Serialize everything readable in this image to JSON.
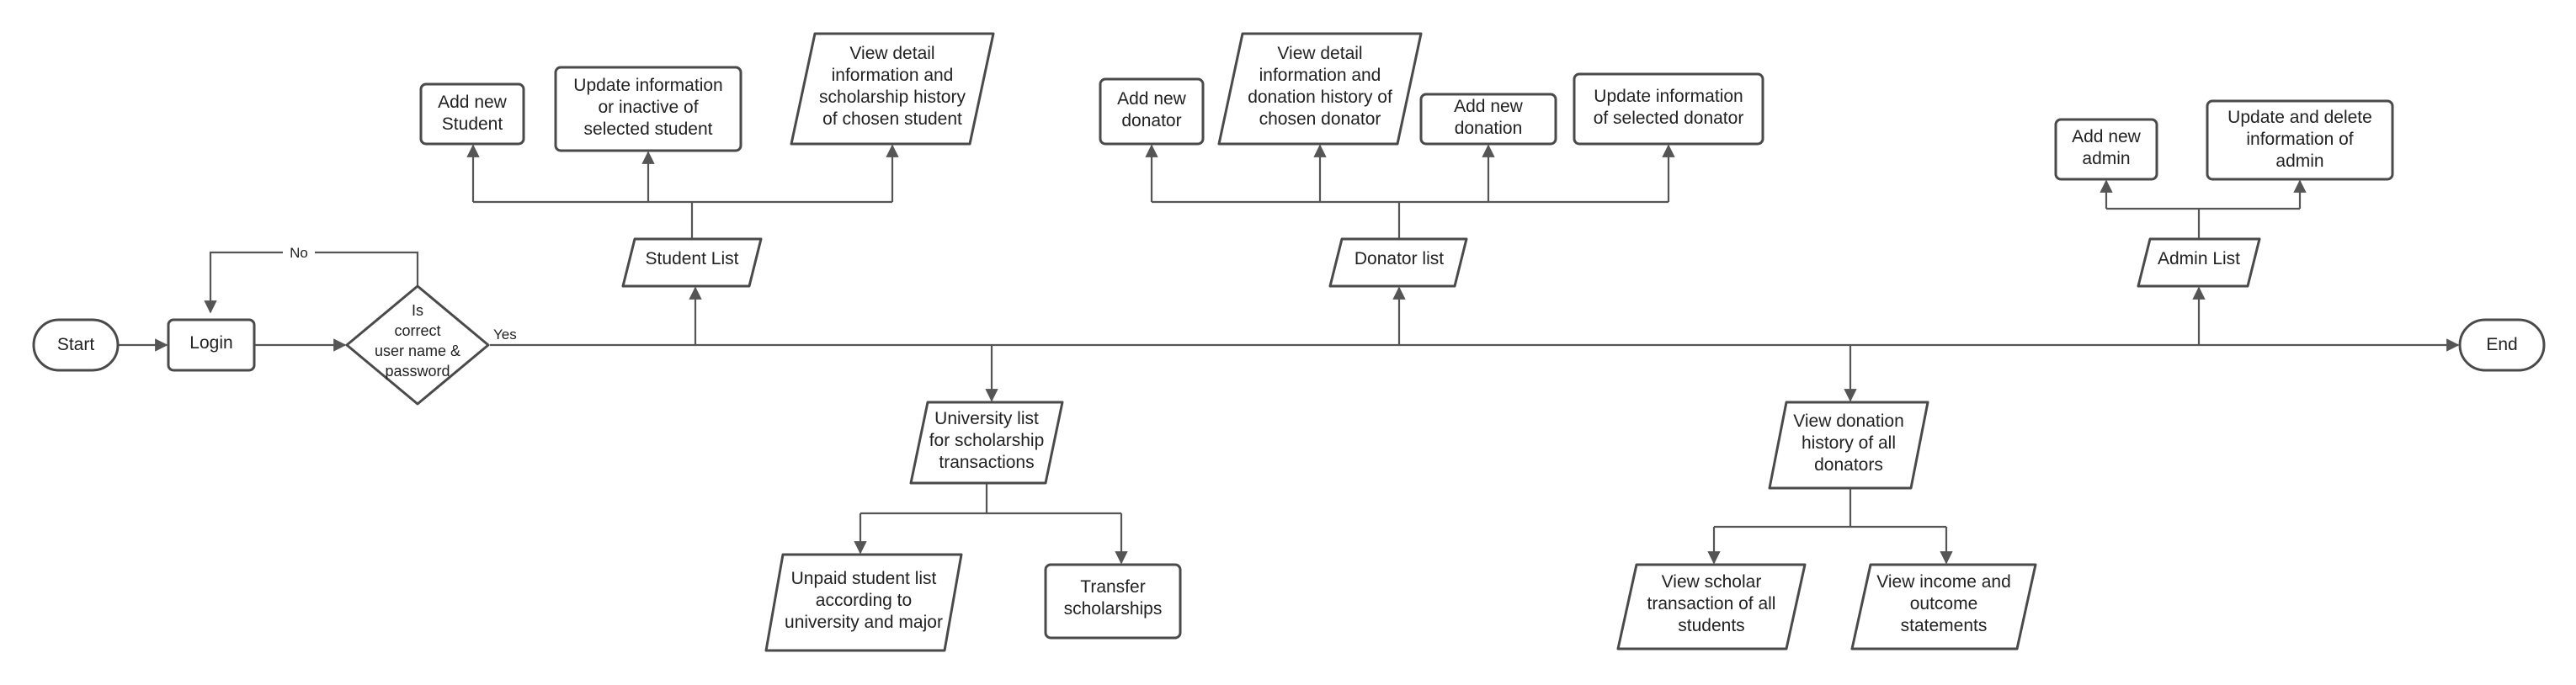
{
  "nodes": {
    "start": {
      "lines": [
        "Start"
      ]
    },
    "login": {
      "lines": [
        "Login"
      ]
    },
    "decision": {
      "lines": [
        "Is",
        "correct",
        "user name &",
        "password"
      ]
    },
    "end": {
      "lines": [
        "End"
      ]
    },
    "student_list": {
      "lines": [
        "Student List"
      ]
    },
    "add_student": {
      "lines": [
        "Add new",
        "Student"
      ]
    },
    "update_student": {
      "lines": [
        "Update information",
        "or inactive of",
        "selected student"
      ]
    },
    "view_student": {
      "lines": [
        "View detail",
        "information and",
        "scholarship history",
        "of chosen student"
      ]
    },
    "donator_list": {
      "lines": [
        "Donator list"
      ]
    },
    "add_donator": {
      "lines": [
        "Add new",
        "donator"
      ]
    },
    "view_donator": {
      "lines": [
        "View detail",
        "information and",
        "donation history of",
        "chosen donator"
      ]
    },
    "add_donation": {
      "lines": [
        "Add new",
        "donation"
      ]
    },
    "update_donator": {
      "lines": [
        "Update information",
        "of selected donator"
      ]
    },
    "admin_list": {
      "lines": [
        "Admin List"
      ]
    },
    "add_admin": {
      "lines": [
        "Add new",
        "admin"
      ]
    },
    "update_admin": {
      "lines": [
        "Update and delete",
        "information of",
        "admin"
      ]
    },
    "university_list": {
      "lines": [
        "University list",
        "for scholarship",
        "transactions"
      ]
    },
    "unpaid_list": {
      "lines": [
        "Unpaid student list",
        "according to",
        "university and major"
      ]
    },
    "transfer": {
      "lines": [
        "Transfer",
        "scholarships"
      ]
    },
    "donation_history": {
      "lines": [
        "View donation",
        "history of all",
        "donators"
      ]
    },
    "scholar_transaction": {
      "lines": [
        "View scholar",
        "transaction of all",
        "students"
      ]
    },
    "income_statements": {
      "lines": [
        "View income and",
        "outcome",
        "statements"
      ]
    }
  },
  "edge_labels": {
    "no": "No",
    "yes": "Yes"
  }
}
